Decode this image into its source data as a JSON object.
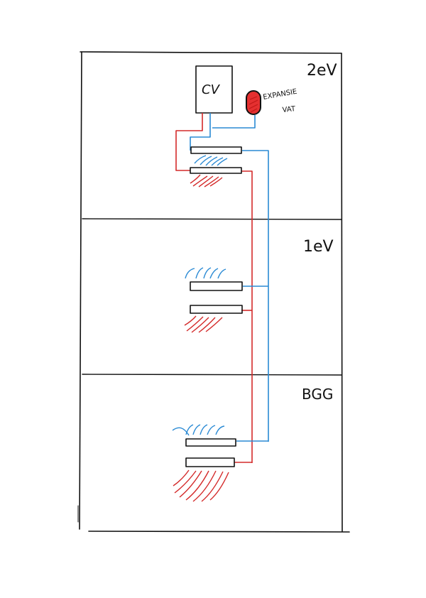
{
  "floors": {
    "top_label": "2eV",
    "middle_label": "1eV",
    "ground_label": "BGG"
  },
  "boiler": {
    "label": "CV"
  },
  "expansion_vessel": {
    "label_line1": "EXPANSIE",
    "label_line2": "VAT"
  },
  "colors": {
    "supply_pipe": "#d42a2a",
    "return_pipe": "#2a8ad4",
    "outline": "#111111",
    "vessel_fill": "#e53030"
  },
  "icons": {
    "heat_rising": "wavy-heat-lines-icon",
    "heat_radiating": "wavy-heat-lines-icon"
  }
}
